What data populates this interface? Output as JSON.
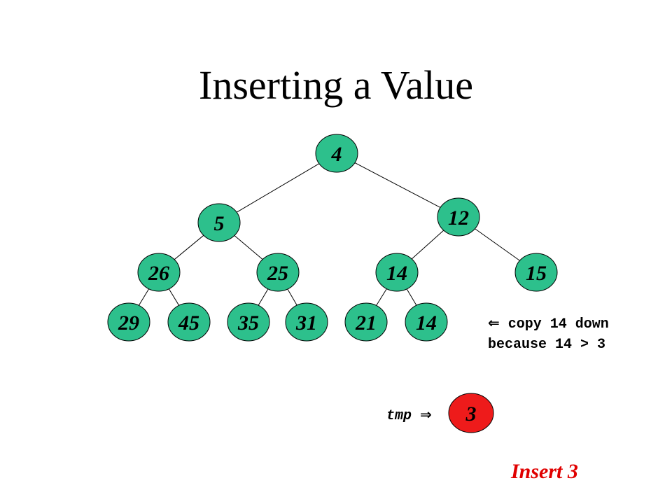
{
  "title": "Inserting a Value",
  "tree": {
    "nodes": [
      {
        "id": "n4",
        "label": "4"
      },
      {
        "id": "n5",
        "label": "5"
      },
      {
        "id": "n12",
        "label": "12"
      },
      {
        "id": "n26",
        "label": "26"
      },
      {
        "id": "n25",
        "label": "25"
      },
      {
        "id": "n14a",
        "label": "14"
      },
      {
        "id": "n15",
        "label": "15"
      },
      {
        "id": "n29",
        "label": "29"
      },
      {
        "id": "n45",
        "label": "45"
      },
      {
        "id": "n35",
        "label": "35"
      },
      {
        "id": "n31",
        "label": "31"
      },
      {
        "id": "n21",
        "label": "21"
      },
      {
        "id": "n14b",
        "label": "14"
      }
    ],
    "edges": [
      [
        "n4",
        "n5"
      ],
      [
        "n4",
        "n12"
      ],
      [
        "n5",
        "n26"
      ],
      [
        "n5",
        "n25"
      ],
      [
        "n12",
        "n14a"
      ],
      [
        "n12",
        "n15"
      ],
      [
        "n26",
        "n29"
      ],
      [
        "n26",
        "n45"
      ],
      [
        "n25",
        "n35"
      ],
      [
        "n25",
        "n31"
      ],
      [
        "n14a",
        "n21"
      ],
      [
        "n14a",
        "n14b"
      ]
    ]
  },
  "note": {
    "arrow": "⇐",
    "line1": "copy 14 down",
    "line2": "because 14 > 3"
  },
  "tmp": {
    "label": "tmp",
    "arrow": "⇒",
    "value": "3"
  },
  "caption": "Insert 3",
  "colors": {
    "node_fill": "#2dc08c",
    "tmp_fill": "#ee1b1b",
    "caption": "#e00000",
    "edge": "#000000"
  }
}
